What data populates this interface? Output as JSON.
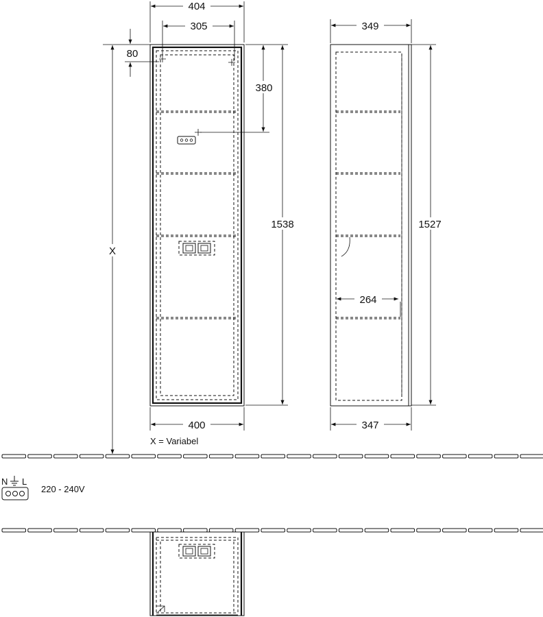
{
  "front_view": {
    "width_top": "404",
    "inner_width": "305",
    "top_offset": "80",
    "mount_height": "380",
    "total_height": "1538",
    "width_bottom": "400",
    "variable_height": "X"
  },
  "side_view": {
    "depth_top": "349",
    "total_height": "1527",
    "inner_depth": "264",
    "depth_bottom": "347"
  },
  "notes": {
    "variable_note": "X = Variabel",
    "voltage": "220 - 240V",
    "socket_labels": {
      "n": "N",
      "l": "L"
    }
  },
  "icons": [
    "socket-icon",
    "ground-symbol-icon",
    "outlet-box-icon",
    "mounting-cross-icon"
  ]
}
